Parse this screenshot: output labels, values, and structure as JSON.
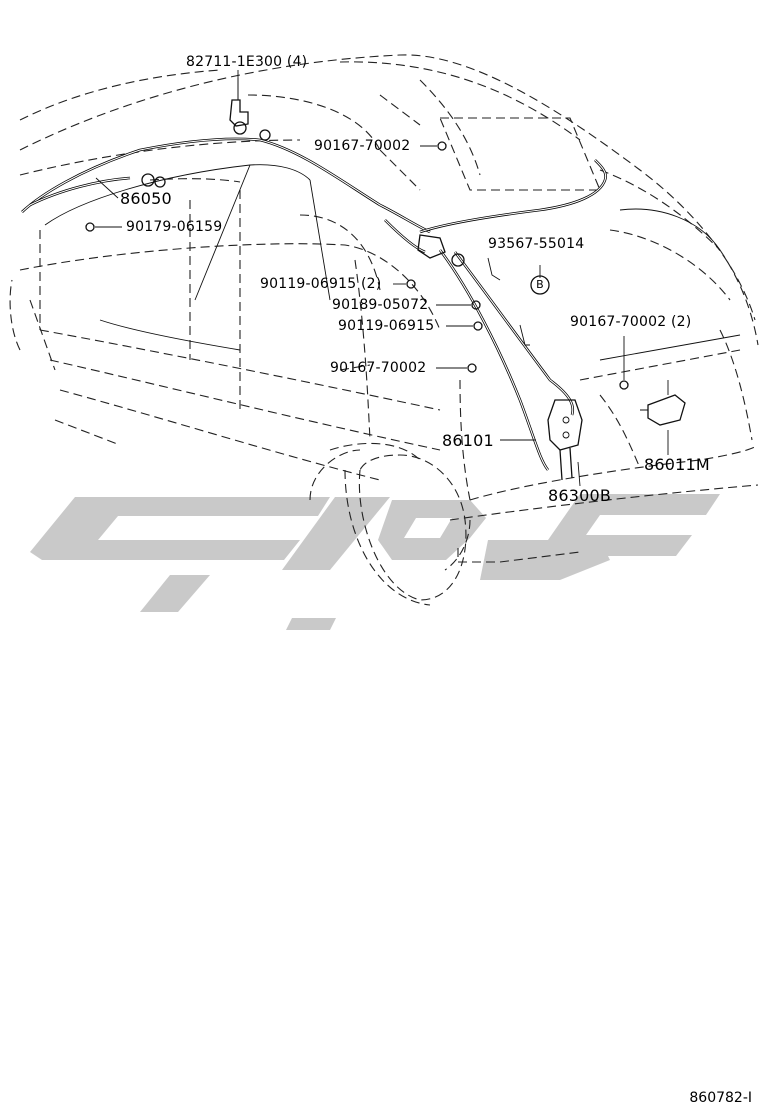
{
  "callouts": [
    {
      "id": "antenna-mount-clip",
      "part_no": "82711-1E300 (4)"
    },
    {
      "id": "roof-grommet",
      "part_no": "90167-70002"
    },
    {
      "id": "front-antenna-cord",
      "part_no": "86050"
    },
    {
      "id": "pillar-clip",
      "part_no": "90179-06159"
    },
    {
      "id": "cord-clamp-upper",
      "part_no": "93567-55014"
    },
    {
      "id": "pillar-screw",
      "part_no": "90119-06915 (2)"
    },
    {
      "id": "cord-clip-a",
      "part_no": "90189-05072"
    },
    {
      "id": "cord-bolt",
      "part_no": "90119-06915"
    },
    {
      "id": "cord-grommet",
      "part_no": "90167-70002"
    },
    {
      "id": "rear-grommet",
      "part_no": "90167-70002 (2)"
    },
    {
      "id": "antenna-feeder-cord",
      "part_no": "86101"
    },
    {
      "id": "noise-filter",
      "part_no": "86011M"
    },
    {
      "id": "antenna-amplifier",
      "part_no": "86300B"
    }
  ],
  "clamp_marker": "B",
  "figure_code": "860782-I"
}
